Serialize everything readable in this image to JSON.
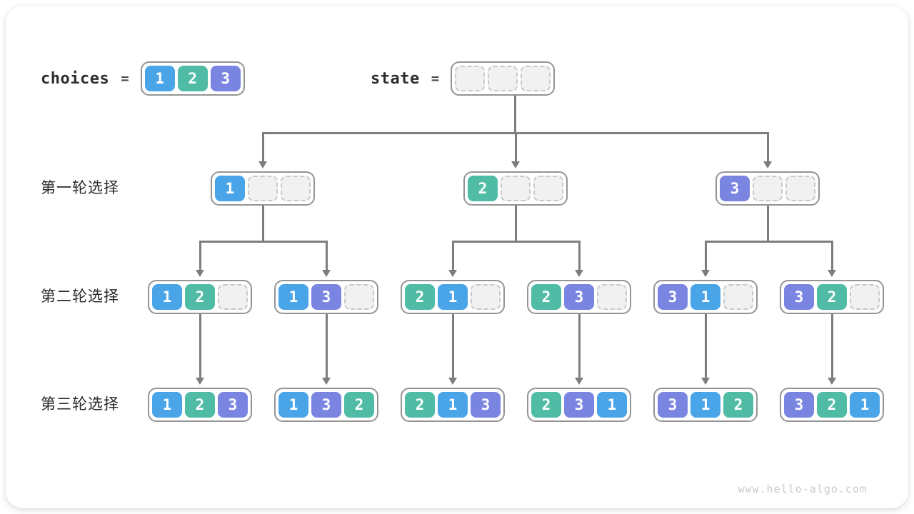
{
  "colors": {
    "value_1": "#4AA4E8",
    "value_2": "#50BCA6",
    "value_3": "#7A85E2",
    "arrow": "#7D7D7D",
    "node_border": "#949494",
    "empty_fill": "#F1F1F1",
    "empty_border": "#C9C9C9"
  },
  "header": {
    "choices_label": "choices",
    "choices_eq": "=",
    "choices_node": {
      "cells": [
        "1",
        "2",
        "3"
      ]
    },
    "state_label": "state",
    "state_eq": "=",
    "state_node": {
      "cells": [
        null,
        null,
        null
      ]
    }
  },
  "rows": [
    {
      "label": "第一轮选择",
      "nodes": [
        {
          "cells": [
            "1",
            null,
            null
          ]
        },
        {
          "cells": [
            "2",
            null,
            null
          ]
        },
        {
          "cells": [
            "3",
            null,
            null
          ]
        }
      ]
    },
    {
      "label": "第二轮选择",
      "nodes": [
        {
          "cells": [
            "1",
            "2",
            null
          ]
        },
        {
          "cells": [
            "1",
            "3",
            null
          ]
        },
        {
          "cells": [
            "2",
            "1",
            null
          ]
        },
        {
          "cells": [
            "2",
            "3",
            null
          ]
        },
        {
          "cells": [
            "3",
            "1",
            null
          ]
        },
        {
          "cells": [
            "3",
            "2",
            null
          ]
        }
      ]
    },
    {
      "label": "第三轮选择",
      "nodes": [
        {
          "cells": [
            "1",
            "2",
            "3"
          ]
        },
        {
          "cells": [
            "1",
            "3",
            "2"
          ]
        },
        {
          "cells": [
            "2",
            "1",
            "3"
          ]
        },
        {
          "cells": [
            "2",
            "3",
            "1"
          ]
        },
        {
          "cells": [
            "3",
            "1",
            "2"
          ]
        },
        {
          "cells": [
            "3",
            "2",
            "1"
          ]
        }
      ]
    }
  ],
  "footer": {
    "watermark": "www.hello-algo.com"
  }
}
